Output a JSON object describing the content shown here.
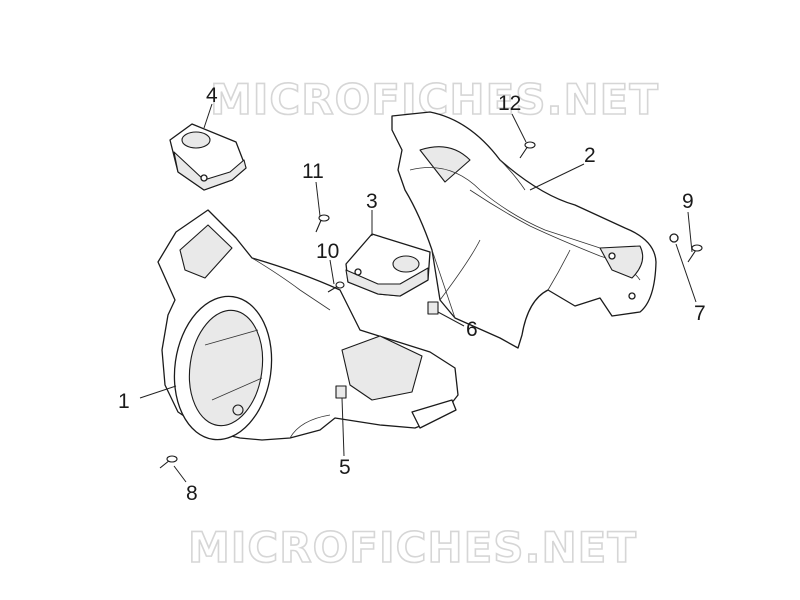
{
  "watermark": {
    "text": "MICROFICHES.NET"
  },
  "callouts": {
    "c1": "1",
    "c2": "2",
    "c3": "3",
    "c4": "4",
    "c5": "5",
    "c6": "6",
    "c7": "7",
    "c8": "8",
    "c9": "9",
    "c10": "10",
    "c11": "11",
    "c12": "12"
  },
  "colors": {
    "background": "#ffffff",
    "linework": "#1b1b1b",
    "watermark_outline": "#d6d6d6"
  }
}
